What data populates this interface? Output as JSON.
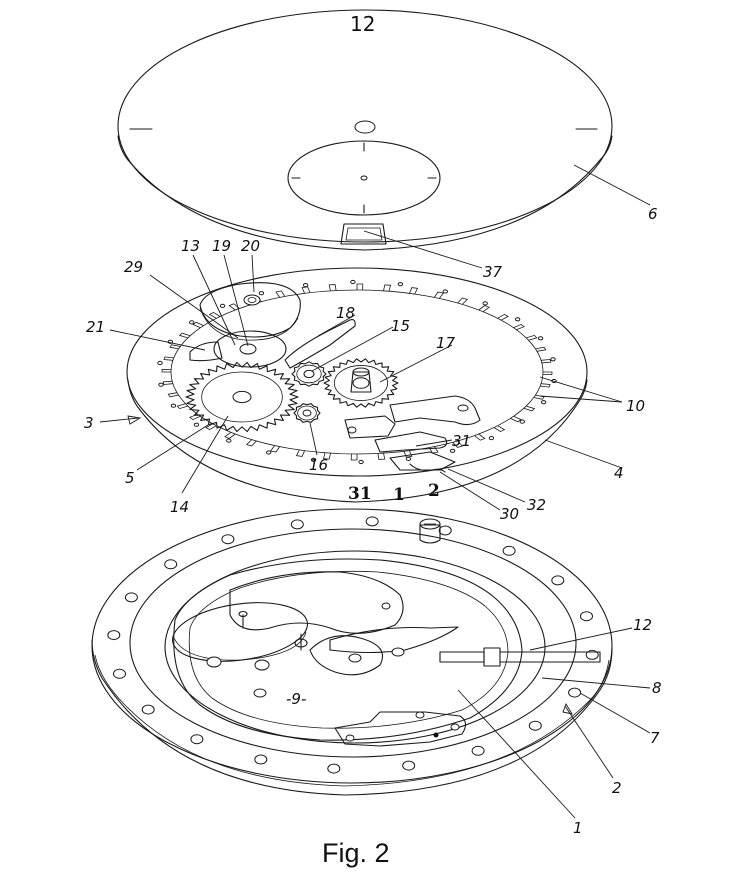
{
  "figure": {
    "caption": "Fig. 2",
    "dial_numeral": "12",
    "date_numerals": [
      "31",
      "1",
      "2"
    ],
    "inner_mark": "-9-"
  },
  "labels": [
    {
      "id": "l1",
      "text": "1"
    },
    {
      "id": "l2",
      "text": "2"
    },
    {
      "id": "l3",
      "text": "3"
    },
    {
      "id": "l4",
      "text": "4"
    },
    {
      "id": "l5",
      "text": "5"
    },
    {
      "id": "l6",
      "text": "6"
    },
    {
      "id": "l7",
      "text": "7"
    },
    {
      "id": "l8",
      "text": "8"
    },
    {
      "id": "l10",
      "text": "10"
    },
    {
      "id": "l12",
      "text": "12"
    },
    {
      "id": "l13",
      "text": "13"
    },
    {
      "id": "l14",
      "text": "14"
    },
    {
      "id": "l15",
      "text": "15"
    },
    {
      "id": "l16",
      "text": "16"
    },
    {
      "id": "l17",
      "text": "17"
    },
    {
      "id": "l18",
      "text": "18"
    },
    {
      "id": "l19",
      "text": "19"
    },
    {
      "id": "l20",
      "text": "20"
    },
    {
      "id": "l21",
      "text": "21"
    },
    {
      "id": "l29",
      "text": "29"
    },
    {
      "id": "l30",
      "text": "30"
    },
    {
      "id": "l31",
      "text": "31"
    },
    {
      "id": "l32",
      "text": "32"
    },
    {
      "id": "l37",
      "text": "37"
    }
  ]
}
